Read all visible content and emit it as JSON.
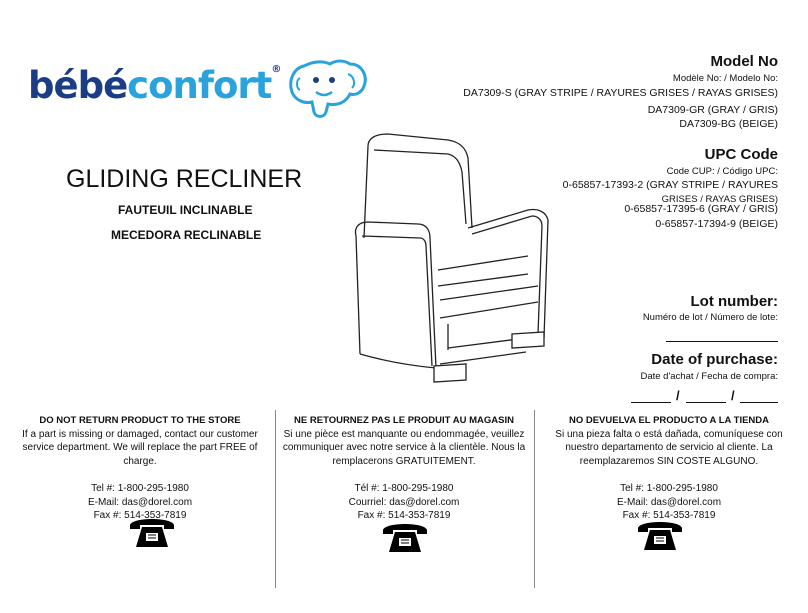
{
  "brand": {
    "part1": "bébé",
    "part2": "confort",
    "mark": "®"
  },
  "product": {
    "title": "GLIDING RECLINER",
    "subtitle_fr": "FAUTEUIL INCLINABLE",
    "subtitle_es": "MECEDORA RECLINABLE"
  },
  "model": {
    "heading": "Model No",
    "label": "Modèle No: / Modelo No:",
    "lines": [
      "DA7309-S (GRAY STRIPE / RAYURES GRISES  / RAYAS GRISES)",
      "DA7309-GR (GRAY / GRIS)",
      "DA7309-BG (BEIGE)"
    ]
  },
  "upc": {
    "heading": "UPC Code",
    "label": "Code CUP: / Código UPC:",
    "line1": "0-65857-17393-2 (GRAY STRIPE / RAYURES",
    "line1b": "GRISES  / RAYAS GRISES)",
    "line2": "0-65857-17395-6  (GRAY / GRIS)",
    "line3": "0-65857-17394-9  (BEIGE)"
  },
  "lot": {
    "heading": "Lot number:",
    "label": "Numéro de lot / Número de lote:"
  },
  "purchase": {
    "heading": "Date of purchase:",
    "label": "Date d'achat /  Fecha de compra:",
    "separator": "/"
  },
  "columns": [
    {
      "heading": "DO NOT RETURN PRODUCT TO THE STORE",
      "body": "If a part is missing or damaged, contact our customer service department. We will replace the part FREE of charge.",
      "tel": "Tel #: 1-800-295-1980",
      "email": "E-Mail: das@dorel.com",
      "fax": "Fax #: 514-353-7819"
    },
    {
      "heading": "NE RETOURNEZ PAS LE PRODUIT AU MAGASIN",
      "body": "Si une pièce est manquante ou endommagée, veuillez communiquer avec notre service à la clientèle. Nous la remplacerons GRATUITEMENT.",
      "tel": "Tél #: 1-800-295-1980",
      "email": "Courriel: das@dorel.com",
      "fax": "Fax #: 514-353-7819"
    },
    {
      "heading": "NO DEVUELVA EL PRODUCTO A LA TIENDA",
      "body": "Si una pieza falta o está dañada, comuníquese con nuestro departamento de servicio al cliente. La reemplazaremos SIN COSTE ALGUNO.",
      "tel": "Tel #: 1-800-295-1980",
      "email": "E-Mail: das@dorel.com",
      "fax": "Fax #: 514-353-7819"
    }
  ],
  "colors": {
    "brand_dark": "#1b3d86",
    "brand_light": "#2aa3dd"
  }
}
